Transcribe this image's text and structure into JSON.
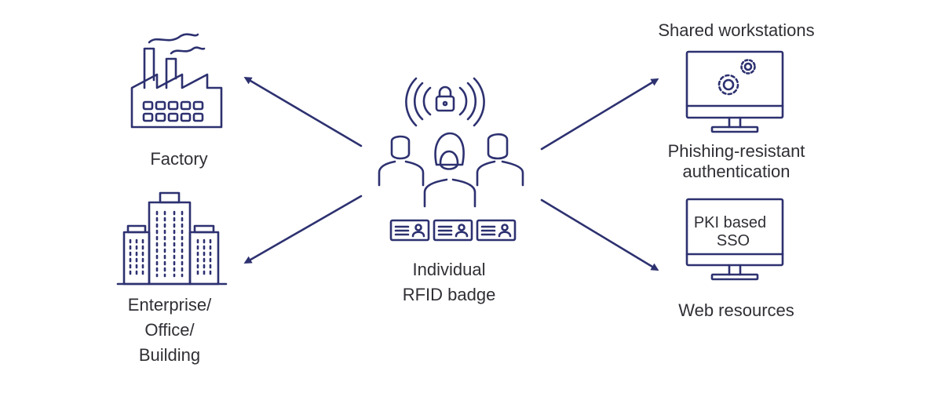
{
  "colors": {
    "icon": "#2d3170",
    "text": "#2f2f35"
  },
  "left": {
    "factory": {
      "icon": "factory-icon",
      "label": "Factory"
    },
    "enterprise": {
      "icon": "office-building-icon",
      "lines": [
        "Enterprise/",
        "Office/",
        "Building"
      ]
    }
  },
  "center": {
    "icon": "people-rfid-badge-icon",
    "lines": [
      "Individual",
      "RFID badge"
    ]
  },
  "right": {
    "workstations": {
      "title": "Shared workstations",
      "icon": "monitor-gears-icon",
      "lines": [
        "Phishing-resistant",
        "authentication"
      ]
    },
    "web": {
      "icon": "monitor-icon",
      "screen_lines": [
        "PKI based",
        "SSO"
      ],
      "label": "Web resources"
    }
  }
}
